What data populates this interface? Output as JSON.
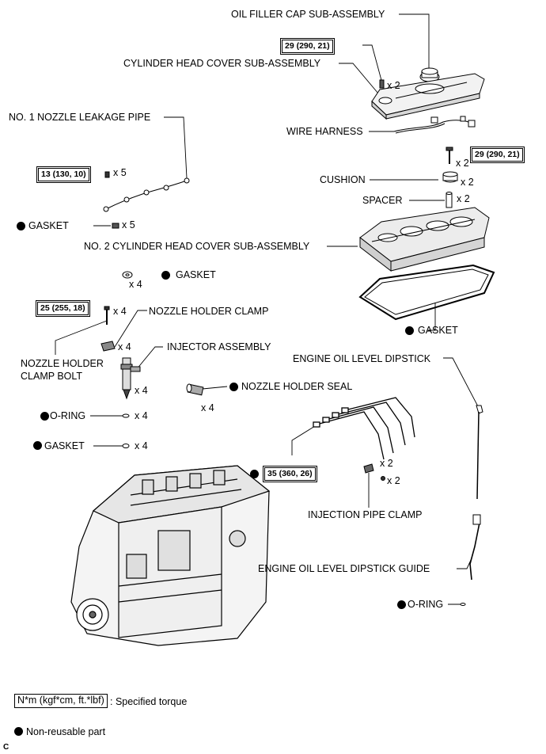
{
  "labels": {
    "oil_filler_cap": "OIL FILLER CAP SUB-ASSEMBLY",
    "cyl_head_cover": "CYLINDER HEAD COVER SUB-ASSEMBLY",
    "nozzle_leakage_pipe": "NO. 1 NOZZLE LEAKAGE PIPE",
    "wire_harness": "WIRE HARNESS",
    "cushion": "CUSHION",
    "spacer": "SPACER",
    "gasket_pipe": "GASKET",
    "no2_cyl_head_cover": "NO. 2 CYLINDER HEAD COVER SUB-ASSEMBLY",
    "gasket_washer": "GASKET",
    "nozzle_holder_clamp": "NOZZLE HOLDER CLAMP",
    "gasket_cover": "GASKET",
    "nozzle_holder_clamp_bolt_1": "NOZZLE HOLDER",
    "nozzle_holder_clamp_bolt_2": "CLAMP BOLT",
    "injector_assembly": "INJECTOR ASSEMBLY",
    "engine_oil_level_dipstick": "ENGINE OIL LEVEL DIPSTICK",
    "nozzle_holder_seal": "NOZZLE HOLDER SEAL",
    "o_ring_injector": "O-RING",
    "gasket_injector": "GASKET",
    "injection_pipe_clamp": "INJECTION PIPE CLAMP",
    "dipstick_guide": "ENGINE OIL LEVEL DIPSTICK GUIDE",
    "o_ring_guide": "O-RING"
  },
  "multipliers": {
    "cover_bolt": "x 2",
    "leak_bolt": "x 5",
    "no2_bolt": "x 2",
    "cushion": "x 2",
    "spacer": "x 2",
    "gasket_pipe": "x 5",
    "gasket_washer": "x 4",
    "clamp_bolt": "x 4",
    "clamp": "x 4",
    "injector": "x 4",
    "seal": "x 4",
    "o_ring": "x 4",
    "gasket_inj": "x 4",
    "pipe_clamp_a": "x 2",
    "pipe_clamp_b": "x 2"
  },
  "torques": {
    "cover": "29 (290, 21)",
    "leak_pipe": "13 (130, 10)",
    "no2_cover": "29 (290, 21)",
    "clamp_bolt": "25 (255, 18)",
    "injection_pipe": "35 (360, 26)"
  },
  "legend": {
    "torque_unit": "N*m (kgf*cm, ft.*lbf)",
    "torque_desc": ": Specified torque",
    "nonreusable": "Non-reusable part"
  },
  "corner_mark": "C"
}
